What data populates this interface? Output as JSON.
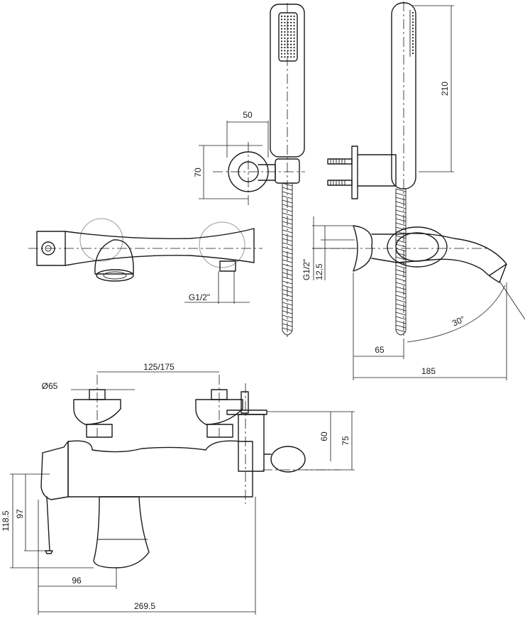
{
  "dimensions": {
    "holder_width": "50",
    "holder_height": "70",
    "handshower_length": "210",
    "inlet_left": "G1/2\"",
    "inlet_side": "G1/2\"",
    "inlet_offset": "12,5",
    "spout_angle": "30°",
    "wall_to_center": "65",
    "spout_projection": "185",
    "centers": "125/175",
    "handle_diameter": "Ø65",
    "holder_rise": "60",
    "holder_top": "75",
    "body_to_outlet": "97",
    "total_drop": "118.5",
    "outlet_offset": "96",
    "overall_width": "269.5"
  }
}
